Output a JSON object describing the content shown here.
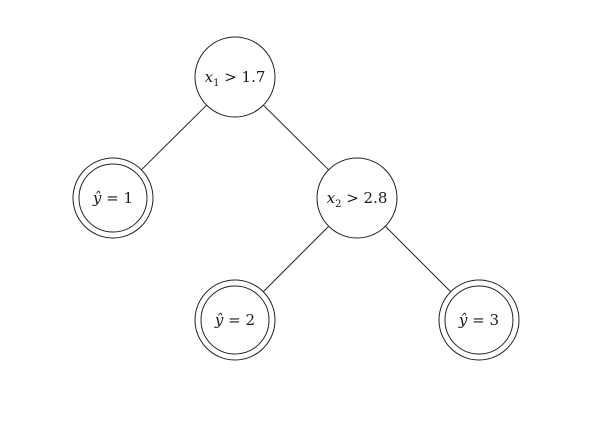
{
  "diagram": {
    "type": "decision-tree",
    "colors": {
      "stroke": "#222222",
      "background": "#ffffff",
      "text": "#1a1a1a"
    },
    "nodes": [
      {
        "id": "n1",
        "kind": "split",
        "var": "x",
        "sub": "1",
        "rest": " > 1.7"
      },
      {
        "id": "l1",
        "kind": "leaf",
        "var": "ŷ",
        "sub": "",
        "rest": " = 1"
      },
      {
        "id": "n2",
        "kind": "split",
        "var": "x",
        "sub": "2",
        "rest": " > 2.8"
      },
      {
        "id": "l2",
        "kind": "leaf",
        "var": "ŷ",
        "sub": "",
        "rest": " = 2"
      },
      {
        "id": "l3",
        "kind": "leaf",
        "var": "ŷ",
        "sub": "",
        "rest": " = 3"
      }
    ],
    "edges": [
      {
        "from": "n1",
        "to": "l1"
      },
      {
        "from": "n1",
        "to": "n2"
      },
      {
        "from": "n2",
        "to": "l2"
      },
      {
        "from": "n2",
        "to": "l3"
      }
    ]
  }
}
